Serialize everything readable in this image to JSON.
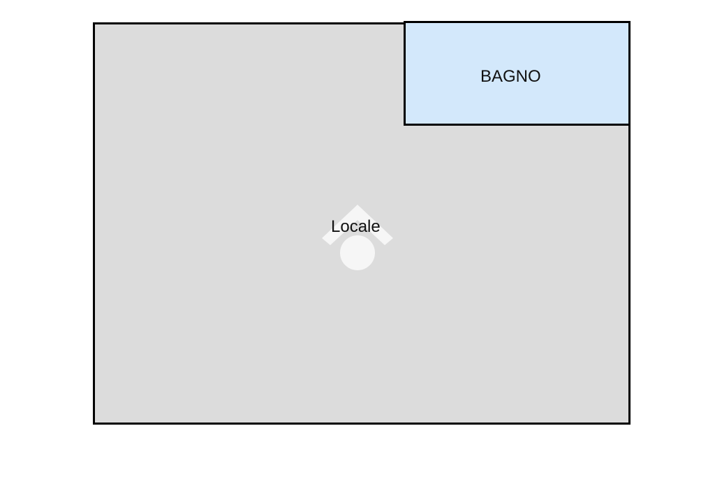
{
  "floorplan": {
    "rooms": [
      {
        "name": "Locale",
        "fill": "#dcdcdc"
      },
      {
        "name": "BAGNO",
        "fill": "#d3e8fb"
      }
    ],
    "wall_color": "#000000",
    "watermark_icon": "home-logo-watermark"
  }
}
